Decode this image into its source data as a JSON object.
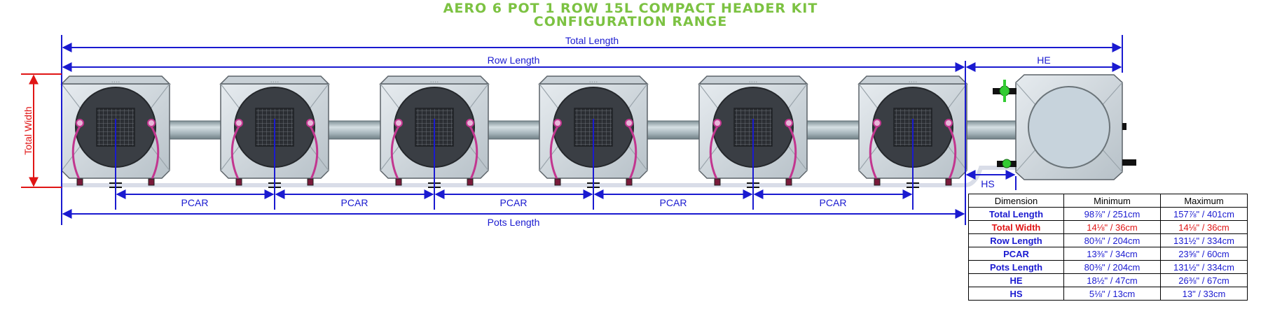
{
  "title": {
    "line1": "AERO 6 POT 1 ROW 15L COMPACT HEADER KIT",
    "line2": "CONFIGURATION RANGE"
  },
  "labels": {
    "total_length": "Total Length",
    "row_length": "Row Length",
    "he": "HE",
    "total_width": "Total Width",
    "hs": "HS",
    "pcar": "PCAR",
    "pots_length": "Pots Length"
  },
  "table": {
    "headers": [
      "Dimension",
      "Minimum",
      "Maximum"
    ],
    "rows": [
      {
        "dimension": "Total Length",
        "minimum": "98⅞\" / 251cm",
        "maximum": "157⅞\" / 401cm"
      },
      {
        "dimension": "Total Width",
        "minimum": "14⅛\" / 36cm",
        "maximum": "14⅛\" / 36cm"
      },
      {
        "dimension": "Row Length",
        "minimum": "80⅜\" / 204cm",
        "maximum": "131½\" / 334cm"
      },
      {
        "dimension": "PCAR",
        "minimum": "13⅜\" / 34cm",
        "maximum": "23⅝\" / 60cm"
      },
      {
        "dimension": "Pots Length",
        "minimum": "80⅜\" / 204cm",
        "maximum": "131½\" / 334cm"
      },
      {
        "dimension": "HE",
        "minimum": "18½\" / 47cm",
        "maximum": "26⅜\" / 67cm"
      },
      {
        "dimension": "HS",
        "minimum": "5⅛\" / 13cm",
        "maximum": "13\" / 33cm"
      }
    ]
  },
  "colors": {
    "title": "#7cc242",
    "dimension_lines": "#1a1ad0",
    "width_lines": "#e01515",
    "pot_body": "#d3dae0",
    "pot_lid": "#3a3e44",
    "pipe": "#a8b6bc",
    "hose": "#c2368f",
    "valve": "#33cc33"
  }
}
